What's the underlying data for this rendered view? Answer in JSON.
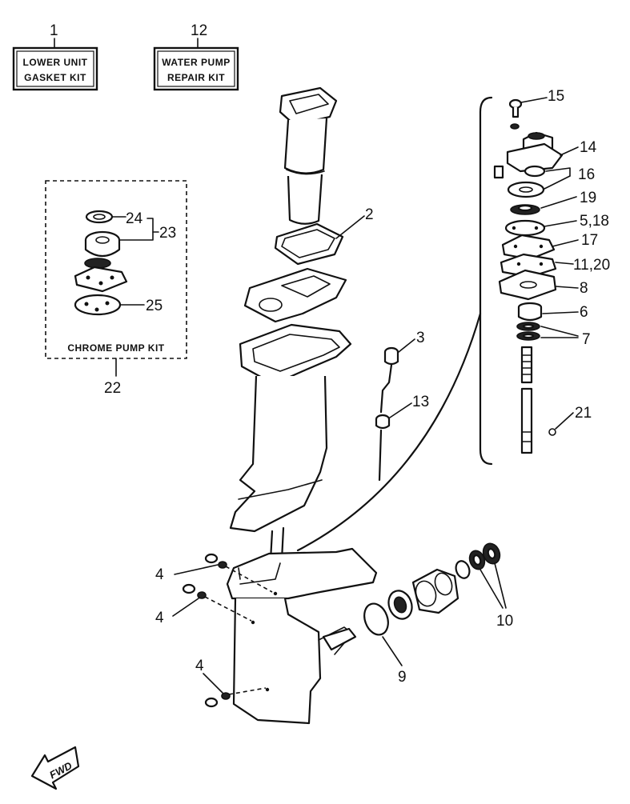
{
  "kits": {
    "lower_unit": {
      "number": "1",
      "line1": "LOWER UNIT",
      "line2": "GASKET KIT"
    },
    "water_pump": {
      "number": "12",
      "line1": "WATER PUMP",
      "line2": "REPAIR KIT"
    },
    "chrome_pump": {
      "number": "22",
      "label": "CHROME PUMP KIT"
    }
  },
  "callouts": {
    "p2": "2",
    "p3": "3",
    "p4a": "4",
    "p4b": "4",
    "p4c": "4",
    "p6": "6",
    "p7": "7",
    "p8": "8",
    "p9": "9",
    "p10": "10",
    "p11_20": "11,20",
    "p13": "13",
    "p14": "14",
    "p15": "15",
    "p16": "16",
    "p17": "17",
    "p19": "19",
    "p5_18": "5,18",
    "p21": "21",
    "p23": "23",
    "p24": "24",
    "p25": "25"
  },
  "fwd": {
    "label": "FWD"
  },
  "colors": {
    "ink": "#111111",
    "paper": "#ffffff"
  },
  "icons": {
    "fwd_arrow": "fwd-arrow-icon"
  }
}
